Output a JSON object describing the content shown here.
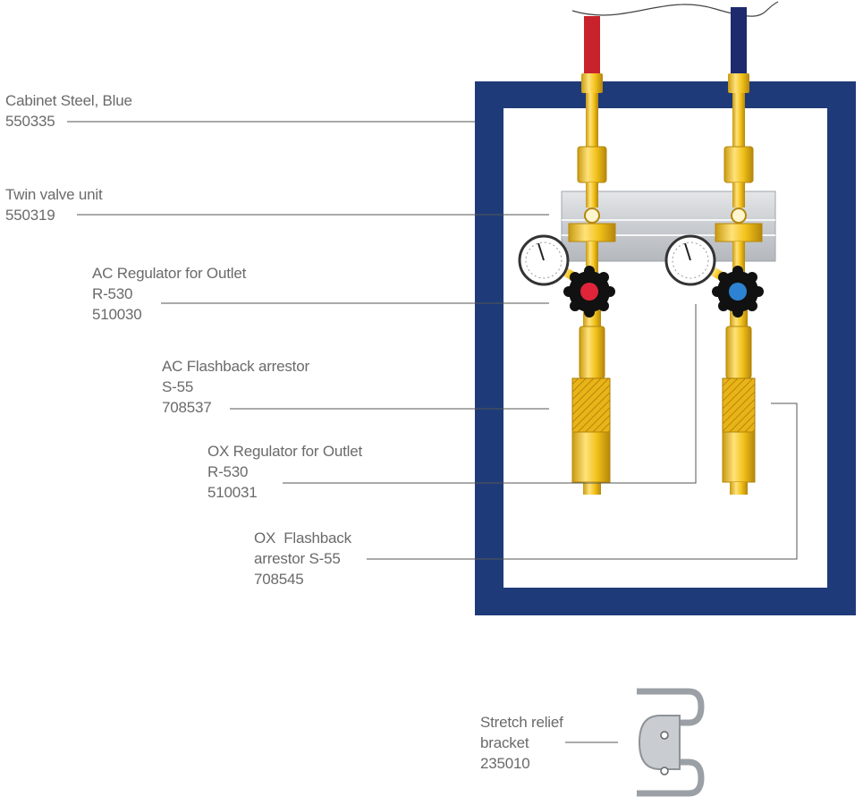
{
  "labels": {
    "cabinet": {
      "line1": "Cabinet Steel, Blue",
      "line2": "550335"
    },
    "twin_valve": {
      "line1": "Twin valve unit",
      "line2": "550319"
    },
    "ac_regulator": {
      "line1": "AC Regulator for Outlet",
      "line2": "R-530",
      "line3": "510030"
    },
    "ac_flashback": {
      "line1": "AC Flashback arrestor",
      "line2": "S-55",
      "line3": "708537"
    },
    "ox_regulator": {
      "line1": "OX Regulator for Outlet",
      "line2": "R-530",
      "line3": "510031"
    },
    "ox_flashback": {
      "line1": "OX  Flashback",
      "line2": "arrestor S-55",
      "line3": "708545"
    },
    "relief_bracket": {
      "line1": "Stretch relief",
      "line2": "bracket",
      "line3": "235010"
    }
  },
  "colors": {
    "cabinet_blue": "#1f3a78",
    "brass": "#f2c21b",
    "acetylene_red": "#c8232c",
    "oxygen_blue": "#1e2a6e",
    "ac_knob_cap": "#e0243a",
    "ox_knob_cap": "#2d83d2",
    "leader_line": "#555555"
  }
}
